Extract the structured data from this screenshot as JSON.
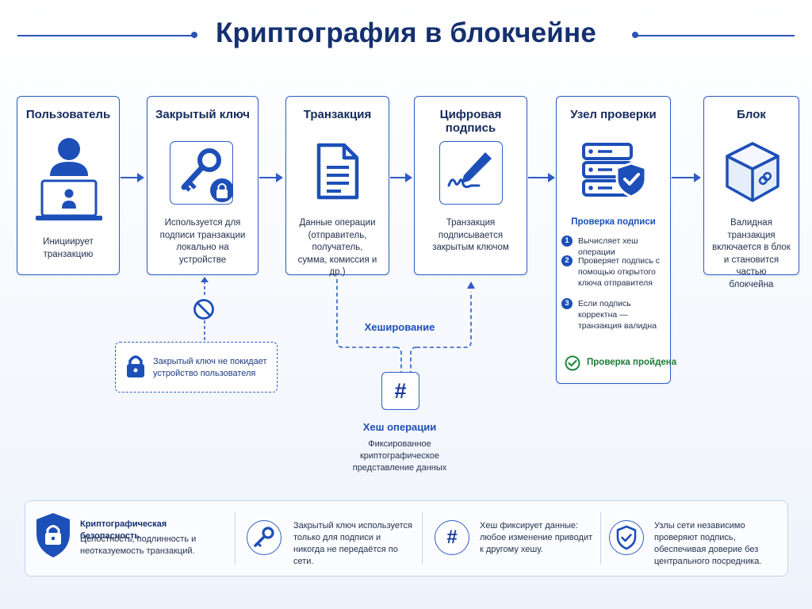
{
  "title": "Криптография в блокчейне",
  "colors": {
    "accent": "#2f5cc4",
    "dark": "#15306e",
    "success": "#1f8a3a"
  },
  "steps": [
    {
      "title": "Пользователь",
      "desc": [
        "Инициирует",
        "транзакцию"
      ],
      "icon": "user-laptop-icon"
    },
    {
      "title": "Закрытый ключ",
      "desc": [
        "Используется для",
        "подписи транзакции",
        "локально на устройстве"
      ],
      "icon": "key-lock-icon"
    },
    {
      "title": "Транзакция",
      "desc": [
        "Данные операции",
        "(отправитель, получатель,",
        "сумма, комиссия и др.)"
      ],
      "icon": "document-icon"
    },
    {
      "title": "Цифровая подпись",
      "desc": [
        "Транзакция подписывается",
        "закрытым ключом"
      ],
      "icon": "signature-pen-icon"
    },
    {
      "title": "Узел проверки",
      "icon": "server-shield-icon"
    },
    {
      "title": "Блок",
      "desc": [
        "Валидная транзакция",
        "включается в блок",
        "и становится частью",
        "блокчейна"
      ],
      "icon": "cube-link-icon"
    }
  ],
  "verification": {
    "heading": "Проверка подписи",
    "items": [
      {
        "num": "1",
        "text": "Вычисляет хеш операции"
      },
      {
        "num": "2",
        "text": "Проверяет подпись с помощью открытого ключа отправителя"
      },
      {
        "num": "3",
        "text": "Если подпись корректна — транзакция валидна"
      }
    ],
    "passed": "Проверка пройдена"
  },
  "private_key_note": "Закрытый ключ не покидает устройство пользователя",
  "hashing": {
    "label": "Хеширование",
    "symbol": "#",
    "title": "Хеш операции",
    "desc": [
      "Фиксированное",
      "криптографическое",
      "представление данных"
    ]
  },
  "footer": [
    {
      "icon": "shield-lock-icon",
      "title": "Криптографическая безопасность",
      "text": "Целостность, подлинность и неотказуемость транзакций."
    },
    {
      "icon": "key-icon",
      "text": "Закрытый ключ используется только для подписи и никогда не передаётся по сети."
    },
    {
      "icon": "hash-icon",
      "symbol": "#",
      "text": "Хеш фиксирует данные: любое изменение приводит к другому хешу."
    },
    {
      "icon": "shield-check-icon",
      "text": "Узлы сети независимо проверяют подпись, обеспечивая доверие без центрального посредника."
    }
  ]
}
